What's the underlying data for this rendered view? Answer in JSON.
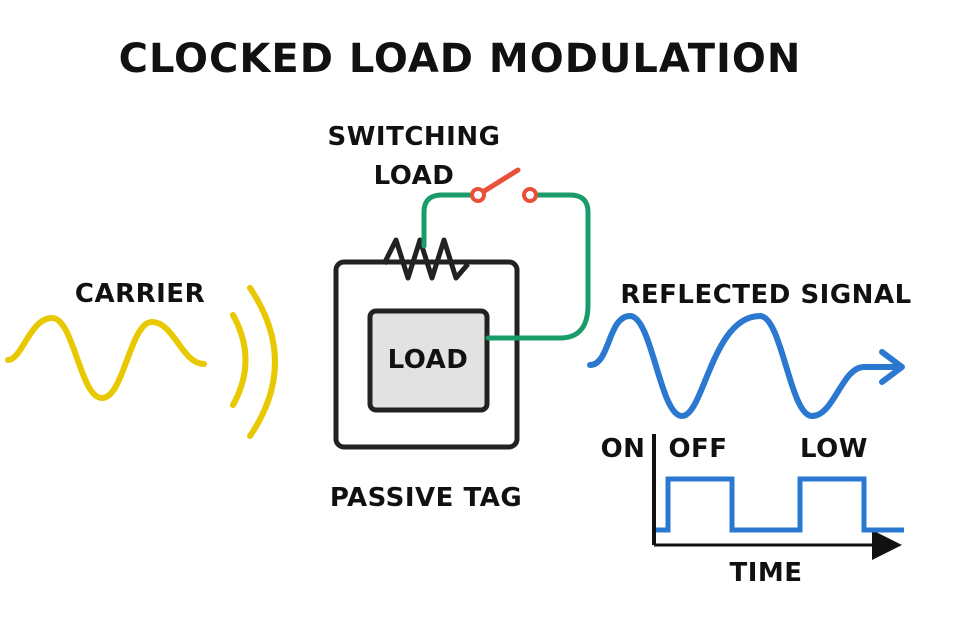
{
  "title": "CLOCKED LOAD MODULATION",
  "labels": {
    "switching_line1": "SWITCHING",
    "switching_line2": "LOAD",
    "carrier": "CARRIER",
    "load": "LOAD",
    "passive_tag": "PASSIVE TAG",
    "reflected_signal": "REFLECTED SIGNAL",
    "on": "ON",
    "off": "OFF",
    "low": "LOW",
    "time": "TIME"
  },
  "colors": {
    "carrier": "#e8c800",
    "wire": "#1a9c6a",
    "switch": "#e8503a",
    "signal": "#2a78d0",
    "outline": "#222222",
    "load_fill": "#e2e2e2"
  }
}
